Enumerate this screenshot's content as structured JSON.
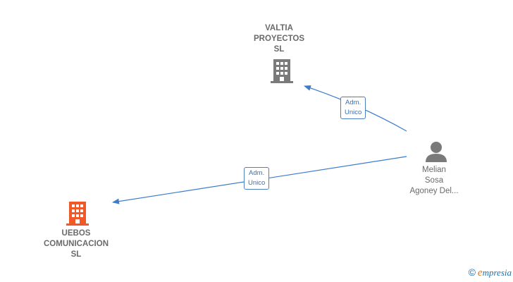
{
  "nodes": {
    "valtia": {
      "lines": [
        "VALTIA",
        "PROYECTOS",
        "SL"
      ],
      "color": "#7a7a7a",
      "icon": "building-icon"
    },
    "uebos": {
      "lines": [
        "UEBOS",
        "COMUNICACION",
        "SL"
      ],
      "color": "#f05a28",
      "icon": "building-icon"
    },
    "melian": {
      "lines": [
        "Melian",
        "Sosa",
        "Agoney Del..."
      ],
      "color": "#7a7a7a",
      "icon": "person-icon"
    }
  },
  "edges": [
    {
      "from": "melian",
      "to": "valtia",
      "label": [
        "Adm.",
        "Unico"
      ]
    },
    {
      "from": "melian",
      "to": "uebos",
      "label": [
        "Adm.",
        "Unico"
      ]
    }
  ],
  "colors": {
    "edge": "#3d7ccc",
    "label_border": "#4a7fc1",
    "text": "#6a6a6a"
  },
  "watermark": {
    "symbol": "©",
    "initial": "e",
    "rest": "mpresia"
  }
}
